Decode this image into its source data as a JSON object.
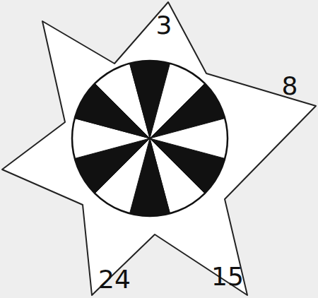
{
  "diagram": {
    "labels": [
      "3",
      "8",
      "15",
      "24"
    ]
  }
}
